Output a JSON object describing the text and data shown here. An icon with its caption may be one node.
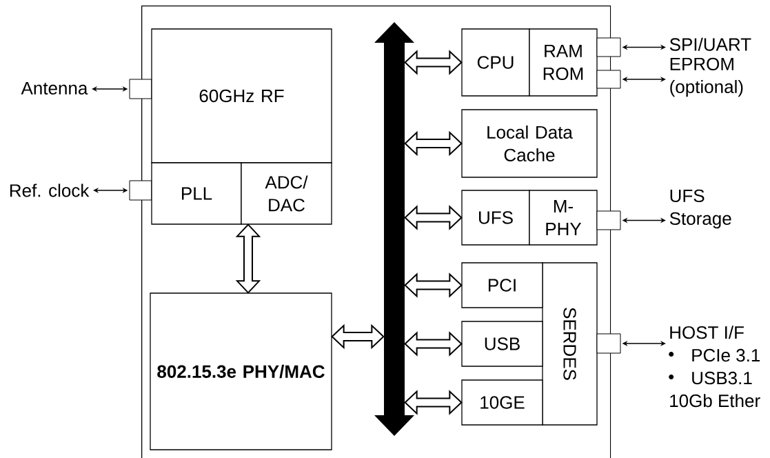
{
  "diagram": {
    "nodes": [
      {
        "text": [],
        "shape": "box"
      },
      {
        "text": [
          "Antenna"
        ]
      },
      {
        "text": [],
        "shape": "box"
      },
      {
        "text": [
          "60GHz RF"
        ],
        "in": 0
      },
      {
        "text": [
          "Ref. clock"
        ]
      },
      {
        "text": [],
        "shape": "box"
      },
      {
        "text": [
          "PLL"
        ],
        "in": 0
      },
      {
        "text": [
          "ADC/ DAC"
        ],
        "in": 0
      },
      {
        "text": [
          "802.15.3e PHY/MAC"
        ],
        "in": 0
      },
      {
        "text": [],
        "shape": "bar",
        "in": 0
      },
      {
        "text": [
          "CPU"
        ],
        "in": 0
      },
      {
        "text": [
          "RAM ROM"
        ],
        "in": 0
      },
      {
        "text": [],
        "shape": "box"
      },
      {
        "text": [
          "SPI/UART"
        ]
      },
      {
        "text": [],
        "shape": "box"
      },
      {
        "text": [
          "EPROM (optional)"
        ]
      },
      {
        "text": [
          "Local Data Cache"
        ],
        "in": 0
      },
      {
        "text": [
          "UFS"
        ],
        "in": 0
      },
      {
        "text": [
          "M- PHY"
        ],
        "in": 0
      },
      {
        "text": [],
        "shape": "box"
      },
      {
        "text": [
          "UFS Storage"
        ]
      },
      {
        "text": [
          "SERDES"
        ],
        "in": 0
      },
      {
        "text": [
          "PCI"
        ],
        "in": 0
      },
      {
        "text": [
          "USB"
        ],
        "in": 0
      },
      {
        "text": [
          "10GE"
        ],
        "in": 0
      },
      {
        "text": [],
        "shape": "box"
      },
      {
        "text": [
          "HOST I/F",
          "PCIe 3.1",
          "USB3.1",
          "10Gb Ether"
        ]
      }
    ],
    "edges": [
      {
        "from": 1,
        "to": 2,
        "arrow": "both"
      },
      {
        "from": 4,
        "to": 5,
        "arrow": "both"
      },
      {
        "from": 7,
        "to": 8,
        "arrow": "both",
        "style": "thick"
      },
      {
        "from": 8,
        "to": 9,
        "arrow": "both",
        "style": "thick"
      },
      {
        "from": 9,
        "to": 10,
        "arrow": "both",
        "style": "thick"
      },
      {
        "from": 9,
        "to": 16,
        "arrow": "both",
        "style": "thick"
      },
      {
        "from": 9,
        "to": 17,
        "arrow": "both",
        "style": "thick"
      },
      {
        "from": 9,
        "to": 22,
        "arrow": "both",
        "style": "thick"
      },
      {
        "from": 9,
        "to": 23,
        "arrow": "both",
        "style": "thick"
      },
      {
        "from": 9,
        "to": 24,
        "arrow": "both",
        "style": "thick"
      },
      {
        "from": 12,
        "to": 13,
        "arrow": "both"
      },
      {
        "from": 14,
        "to": 15,
        "arrow": "both"
      },
      {
        "from": 19,
        "to": 20,
        "arrow": "both"
      },
      {
        "from": 25,
        "to": 26,
        "arrow": "both"
      }
    ]
  }
}
